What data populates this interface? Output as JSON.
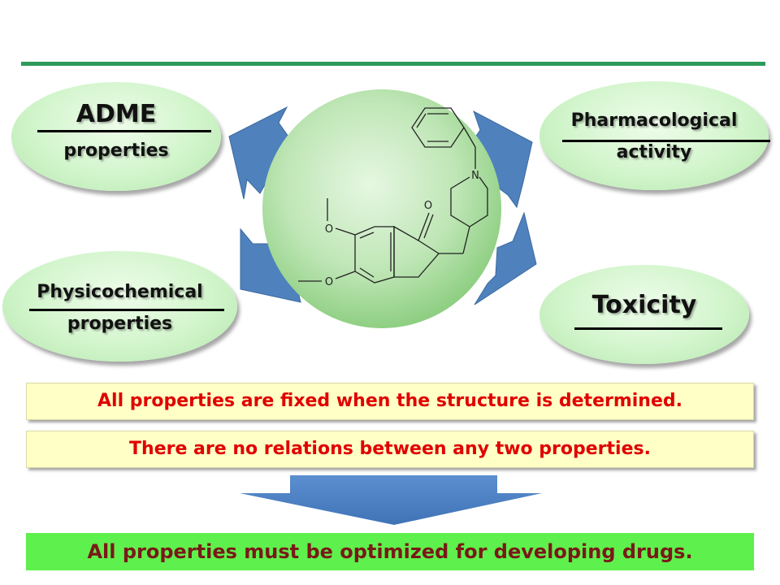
{
  "ovals": {
    "adme": {
      "title": "ADME",
      "subtitle": "properties"
    },
    "pharmacological": {
      "title": "Pharmacological",
      "subtitle": "activity"
    },
    "physicochemical": {
      "title": "Physicochemical",
      "subtitle": "properties"
    },
    "toxicity": {
      "title": "Toxicity"
    }
  },
  "molecule": {
    "atom_o_ketone": "O",
    "atom_n": "N",
    "atom_o_methoxy_top": "O",
    "atom_o_methoxy_bottom": "O"
  },
  "statements": [
    "All properties are fixed when the structure is determined.",
    "There are no relations between any two properties."
  ],
  "conclusion": "All properties must be optimized for developing drugs.",
  "colors": {
    "accent_line": "#2e9a5a",
    "arrow_blue": "#4f81bd",
    "oval_green": "#d2f5cc",
    "statement_red": "#e00000",
    "conclusion_green": "#5ef04c"
  }
}
